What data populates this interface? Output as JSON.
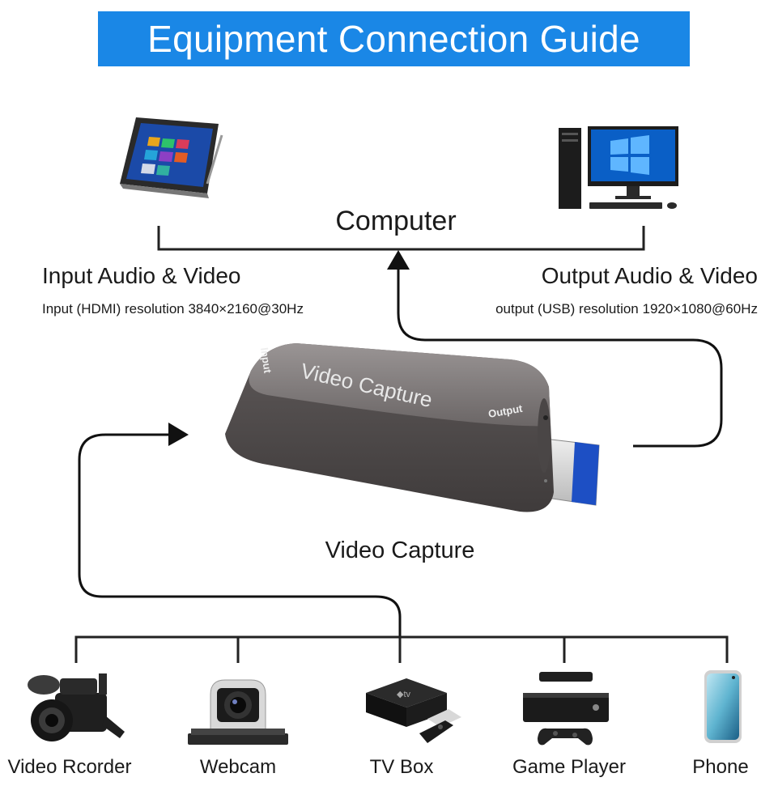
{
  "title": "Equipment Connection Guide",
  "computer": {
    "label": "Computer",
    "devices": [
      {
        "name": "tablet",
        "icon": "tablet-icon"
      },
      {
        "name": "desktop",
        "icon": "desktop-pc-icon"
      }
    ]
  },
  "input": {
    "heading": "Input Audio & Video",
    "detail": "Input (HDMI) resolution 3840×2160@30Hz"
  },
  "output": {
    "heading": "Output Audio & Video",
    "detail": "output (USB) resolution 1920×1080@60Hz"
  },
  "capture_device": {
    "label": "Video Capture",
    "body_text": "Video Capture",
    "port_in": "Input",
    "port_out": "Output"
  },
  "sources": [
    {
      "label": "Video Rcorder",
      "icon": "camcorder-icon"
    },
    {
      "label": "Webcam",
      "icon": "webcam-icon"
    },
    {
      "label": "TV Box",
      "icon": "tv-box-icon"
    },
    {
      "label": "Game Player",
      "icon": "game-console-icon"
    },
    {
      "label": "Phone",
      "icon": "phone-icon"
    }
  ],
  "colors": {
    "banner": "#1a87e6",
    "device_body": "#6e6a6a",
    "usb_blue": "#1d4fc4"
  }
}
